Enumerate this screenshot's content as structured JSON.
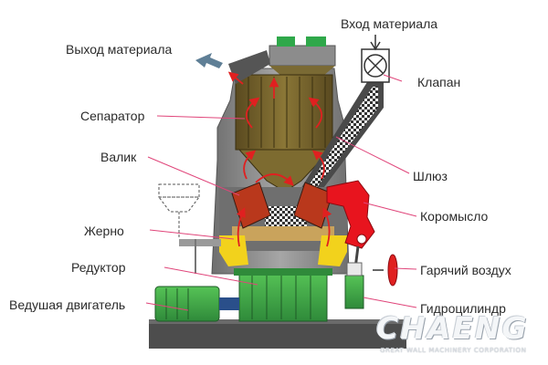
{
  "labels": {
    "material_outlet": "Выход материала",
    "material_inlet": "Вход материала",
    "separator": "Сепаратор",
    "valve": "Клапан",
    "roller": "Валик",
    "sluice": "Шлюз",
    "millstone": "Жерно",
    "rocker": "Коромысло",
    "reducer": "Редуктор",
    "hot_air": "Гарячий воздух",
    "drive_motor": "Ведушая двигатель",
    "hydraulic_cylinder": "Гидроцилиндр"
  },
  "logo": {
    "name": "CHAENG",
    "tagline": "GREAT WALL MACHINERY CORPORATION"
  },
  "colors": {
    "leader_line": "#e0457a",
    "body_gray": "#8f8f8f",
    "dark_gray": "#4a4a4a",
    "separator_brown": "#6b5a2a",
    "flow_red": "#e02020",
    "rocker_red": "#e8141e",
    "motor_green": "#3fae3f",
    "reducer_green": "#2f8a3a",
    "yellow": "#f2d21c",
    "material_beige": "#efe6c8"
  },
  "icons": [
    "valve-icon",
    "outlet-arrow-icon"
  ]
}
